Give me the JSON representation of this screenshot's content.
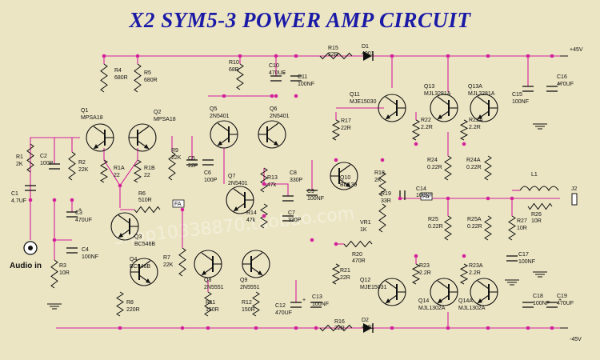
{
  "title": "X2 SYM5-3 POWER AMP CIRCUIT",
  "colors": {
    "wire": "#d4209a",
    "ink": "#111111",
    "title": "#1a1aa6",
    "background": "#ece5c4"
  },
  "rails": {
    "positive": "+45V",
    "negative": "-45V"
  },
  "input_label": "Audio in",
  "output_label": "J2",
  "watermark": "shop10338870.taobao.com",
  "components": [
    {
      "ref": "R1",
      "value": "2K"
    },
    {
      "ref": "C1",
      "value": "4.7UF"
    },
    {
      "ref": "R2",
      "value": "22K"
    },
    {
      "ref": "C2",
      "value": "100P"
    },
    {
      "ref": "R3",
      "value": "10R"
    },
    {
      "ref": "C3",
      "value": "470UF"
    },
    {
      "ref": "C4",
      "value": "100NF"
    },
    {
      "ref": "Q1",
      "value": "MPSA18"
    },
    {
      "ref": "Q2",
      "value": "MPSA18"
    },
    {
      "ref": "R4",
      "value": "680R"
    },
    {
      "ref": "R5",
      "value": "680R"
    },
    {
      "ref": "R1A",
      "value": "22"
    },
    {
      "ref": "R1B",
      "value": "22"
    },
    {
      "ref": "R6",
      "value": "510R"
    },
    {
      "ref": "Q3",
      "value": "BC546B"
    },
    {
      "ref": "Q4",
      "value": "BC546B"
    },
    {
      "ref": "R7",
      "value": "22K"
    },
    {
      "ref": "R8",
      "value": "220R"
    },
    {
      "ref": "R9",
      "value": "22K"
    },
    {
      "ref": "C5",
      "value": "22P"
    },
    {
      "ref": "C6",
      "value": "100P"
    },
    {
      "ref": "Q5",
      "value": "2N5401"
    },
    {
      "ref": "Q6",
      "value": "2N5401"
    },
    {
      "ref": "Q7",
      "value": "2N5401"
    },
    {
      "ref": "Q8",
      "value": "2N5551"
    },
    {
      "ref": "Q9",
      "value": "2N5551"
    },
    {
      "ref": "R11",
      "value": "150R"
    },
    {
      "ref": "R12",
      "value": "150R"
    },
    {
      "ref": "R10",
      "value": "68R"
    },
    {
      "ref": "C10",
      "value": "470UF"
    },
    {
      "ref": "C11",
      "value": "100NF"
    },
    {
      "ref": "R15",
      "value": "22R"
    },
    {
      "ref": "D1",
      "value": "4001"
    },
    {
      "ref": "R13",
      "value": "47k"
    },
    {
      "ref": "R14",
      "value": "47k"
    },
    {
      "ref": "C8",
      "value": "330P"
    },
    {
      "ref": "C7",
      "value": "330P"
    },
    {
      "ref": "C9",
      "value": "100NF"
    },
    {
      "ref": "Q10",
      "value": "BD139"
    },
    {
      "ref": "R17",
      "value": "22R"
    },
    {
      "ref": "R18",
      "value": "2K"
    },
    {
      "ref": "R19",
      "value": "33R"
    },
    {
      "ref": "VR1",
      "value": "1K"
    },
    {
      "ref": "R20",
      "value": "470R"
    },
    {
      "ref": "R21",
      "value": "22R"
    },
    {
      "ref": "Q11",
      "value": "MJE15030"
    },
    {
      "ref": "Q12",
      "value": "MJE15031"
    },
    {
      "ref": "C12",
      "value": "470UF"
    },
    {
      "ref": "C13",
      "value": "100NF"
    },
    {
      "ref": "R16",
      "value": "22R"
    },
    {
      "ref": "D2",
      "value": "4001"
    },
    {
      "ref": "Q13",
      "value": "MJL3281A"
    },
    {
      "ref": "Q13A",
      "value": "MJL3281A"
    },
    {
      "ref": "R22",
      "value": "2.2R"
    },
    {
      "ref": "R22A",
      "value": "2.2R"
    },
    {
      "ref": "R24",
      "value": "0.22R"
    },
    {
      "ref": "R24A",
      "value": "0.22R"
    },
    {
      "ref": "R25",
      "value": "0.22R"
    },
    {
      "ref": "R25A",
      "value": "0.22R"
    },
    {
      "ref": "R23",
      "value": "2.2R"
    },
    {
      "ref": "R23A",
      "value": "2.2R"
    },
    {
      "ref": "Q14",
      "value": "MJL1302A"
    },
    {
      "ref": "Q14A",
      "value": "MJL1302A"
    },
    {
      "ref": "C14",
      "value": "100NF"
    },
    {
      "ref": "C15",
      "value": "100NF"
    },
    {
      "ref": "C16",
      "value": "470UF"
    },
    {
      "ref": "L1",
      "value": ""
    },
    {
      "ref": "R26",
      "value": "10R"
    },
    {
      "ref": "R27",
      "value": "10R"
    },
    {
      "ref": "C17",
      "value": "100NF"
    },
    {
      "ref": "C18",
      "value": "100NF"
    },
    {
      "ref": "C19",
      "value": "470UF"
    }
  ],
  "nodes": {
    "fa": "FA"
  }
}
